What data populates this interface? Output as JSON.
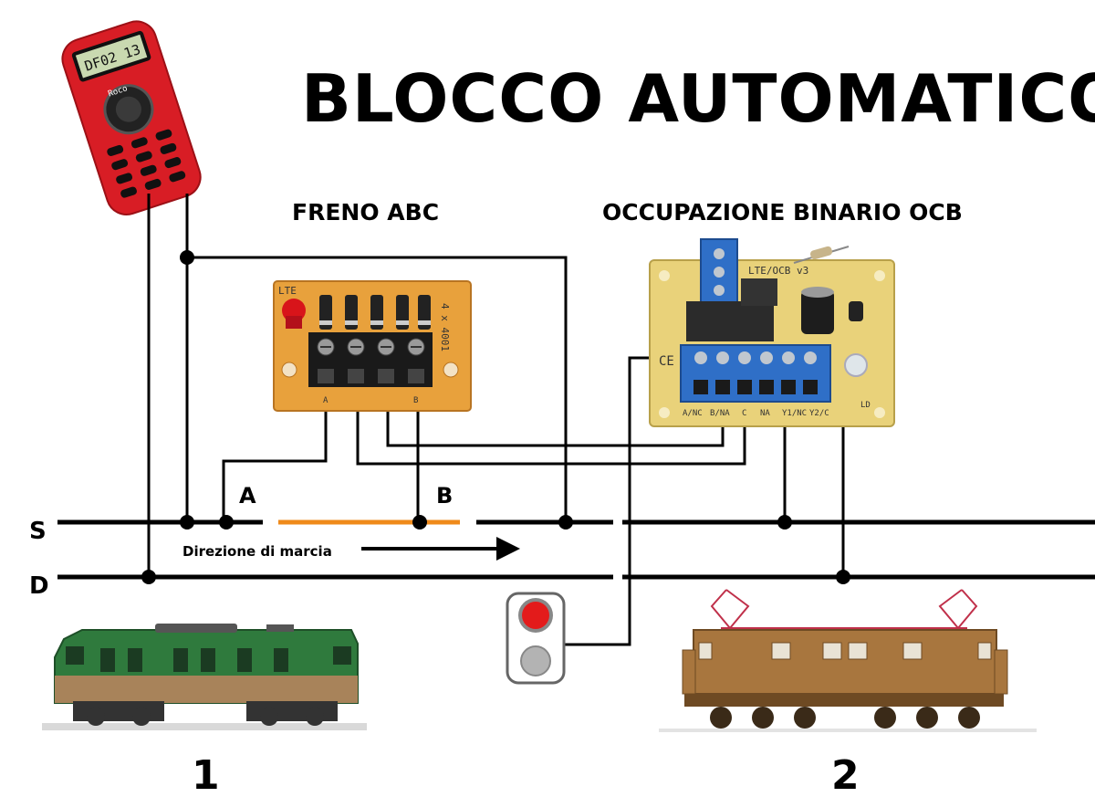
{
  "title": "BLOCCO AUTOMATICO",
  "modules": {
    "abc_label": "FRENO ABC",
    "ocb_label": "OCCUPAZIONE BINARIO OCB",
    "abc_board": {
      "brand": "LTE",
      "part": "4 x 4001",
      "pins": [
        "A",
        "",
        "",
        "B"
      ]
    },
    "ocb_board": {
      "brand": "LTE/OCB v3",
      "pins": [
        "A/NC",
        "B/NA",
        "C",
        "NA",
        "Y1/NC",
        "Y2/C"
      ],
      "ce": "CE",
      "led": "LD"
    }
  },
  "track": {
    "rail_s": "S",
    "rail_d": "D",
    "point_a": "A",
    "point_b": "B",
    "direction": "Direzione di marcia"
  },
  "locos": {
    "loco1": "1",
    "loco2": "2"
  },
  "controller": {
    "screen_text": "DF02 13",
    "brand": "Roco"
  },
  "colors": {
    "brake_section": "#ef8a1a",
    "board": "#e8a13c",
    "ocb_board": "#e9d27a",
    "terminal_blue": "#2f6fc7",
    "controller": "#d81d25",
    "signal_red": "#e31b1b",
    "loco1_green": "#2f7a3d",
    "loco2_brown": "#a8763e"
  }
}
